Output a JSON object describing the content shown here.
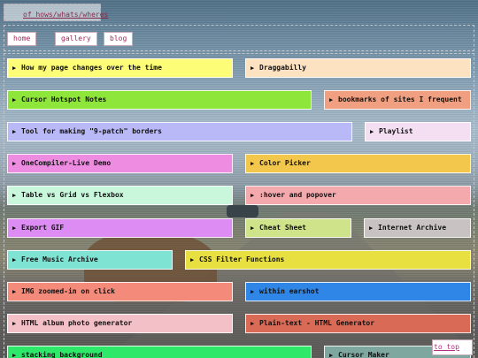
{
  "site": {
    "title": "of hows/whats/wheres"
  },
  "nav": {
    "items": [
      "home",
      "gallery",
      "blog"
    ]
  },
  "tiles": [
    {
      "label": "How my page changes over the time",
      "color": "#fdfd78"
    },
    {
      "label": "Draggabilly",
      "color": "#fde2c2"
    },
    {
      "label": "Cursor Hotspot Notes",
      "color": "#8ee63a"
    },
    {
      "label": "bookmarks of sites I frequent",
      "color": "#f0a080"
    },
    {
      "label": "Tool for making \"9-patch\" borders",
      "color": "#b9b9f7"
    },
    {
      "label": "Playlist",
      "color": "#f4def2"
    },
    {
      "label": "OneCompiler-Live Demo",
      "color": "#ee8ce2"
    },
    {
      "label": "Color Picker",
      "color": "#f3c74b"
    },
    {
      "label": "Table vs Grid vs Flexbox",
      "color": "#c8f7dc"
    },
    {
      "label": ":hover and popover",
      "color": "#f4a9ad"
    },
    {
      "label": "Export GIF",
      "color": "#dc8cf2"
    },
    {
      "label": "Cheat Sheet",
      "color": "#cfe38a"
    },
    {
      "label": "Internet Archive",
      "color": "#c8c2c2"
    },
    {
      "label": "Free Music Archive",
      "color": "#7fe3d4"
    },
    {
      "label": "CSS Filter Functions",
      "color": "#e8df40"
    },
    {
      "label": "IMG zoomed-in on click",
      "color": "#f48a7a"
    },
    {
      "label": "within earshot",
      "color": "#2f86e6"
    },
    {
      "label": "HTML album photo generator",
      "color": "#f4c0c8"
    },
    {
      "label": "Plain-text - HTML Generator",
      "color": "#d96a56"
    },
    {
      "label": "stacking background",
      "color": "#2ee86a"
    },
    {
      "label": "Cursor Maker",
      "color": "#7ea7a0"
    }
  ],
  "to_top": {
    "label": "to top"
  },
  "icons": {
    "tile_arrow": "play-triangle-icon"
  }
}
